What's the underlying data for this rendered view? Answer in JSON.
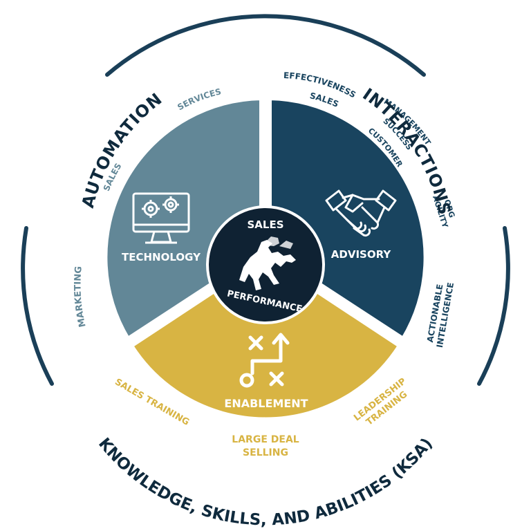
{
  "center": {
    "top_text": "SALES",
    "bottom_text": "PERFORMANCE",
    "logo_icon": "rearing-horses-icon"
  },
  "segments": {
    "technology": {
      "label": "TECHNOLOGY",
      "icon": "monitor-gears-icon",
      "color": "#628797"
    },
    "advisory": {
      "label": "ADVISORY",
      "icon": "handshake-icon",
      "color": "#19445F"
    },
    "enablement": {
      "label": "ENABLEMENT",
      "icon": "strategy-play-icon",
      "color": "#D8B443"
    }
  },
  "mid_labels": {
    "services": "SERVICES",
    "sales": "SALES",
    "marketing": "MARKETING",
    "sales_effectiveness_1": "SALES",
    "sales_effectiveness_2": "EFFECTIVENESS",
    "csm_1": "CUSTOMER",
    "csm_2": "SUCCESS",
    "csm_3": "MANAGEMENT",
    "org_agility_1": "ORG",
    "org_agility_2": "AGILITY",
    "actionable_intel_1": "ACTIONABLE",
    "actionable_intel_2": "INTELLIGENCE",
    "sales_training": "SALES TRAINING",
    "large_deal_1": "LARGE DEAL",
    "large_deal_2": "SELLING",
    "leadership_1": "LEADERSHIP",
    "leadership_2": "TRAINING"
  },
  "outer_labels": {
    "automation": "AUTOMATION",
    "interactions": "INTERACTIONS",
    "ksa": "KNOWLEDGE, SKILLS, AND ABILITIES (KSA)"
  },
  "colors": {
    "dark_navy": "#0F2A3D",
    "ring": "#1A3F58",
    "center": "#0F2233",
    "white": "#FFFFFF"
  }
}
